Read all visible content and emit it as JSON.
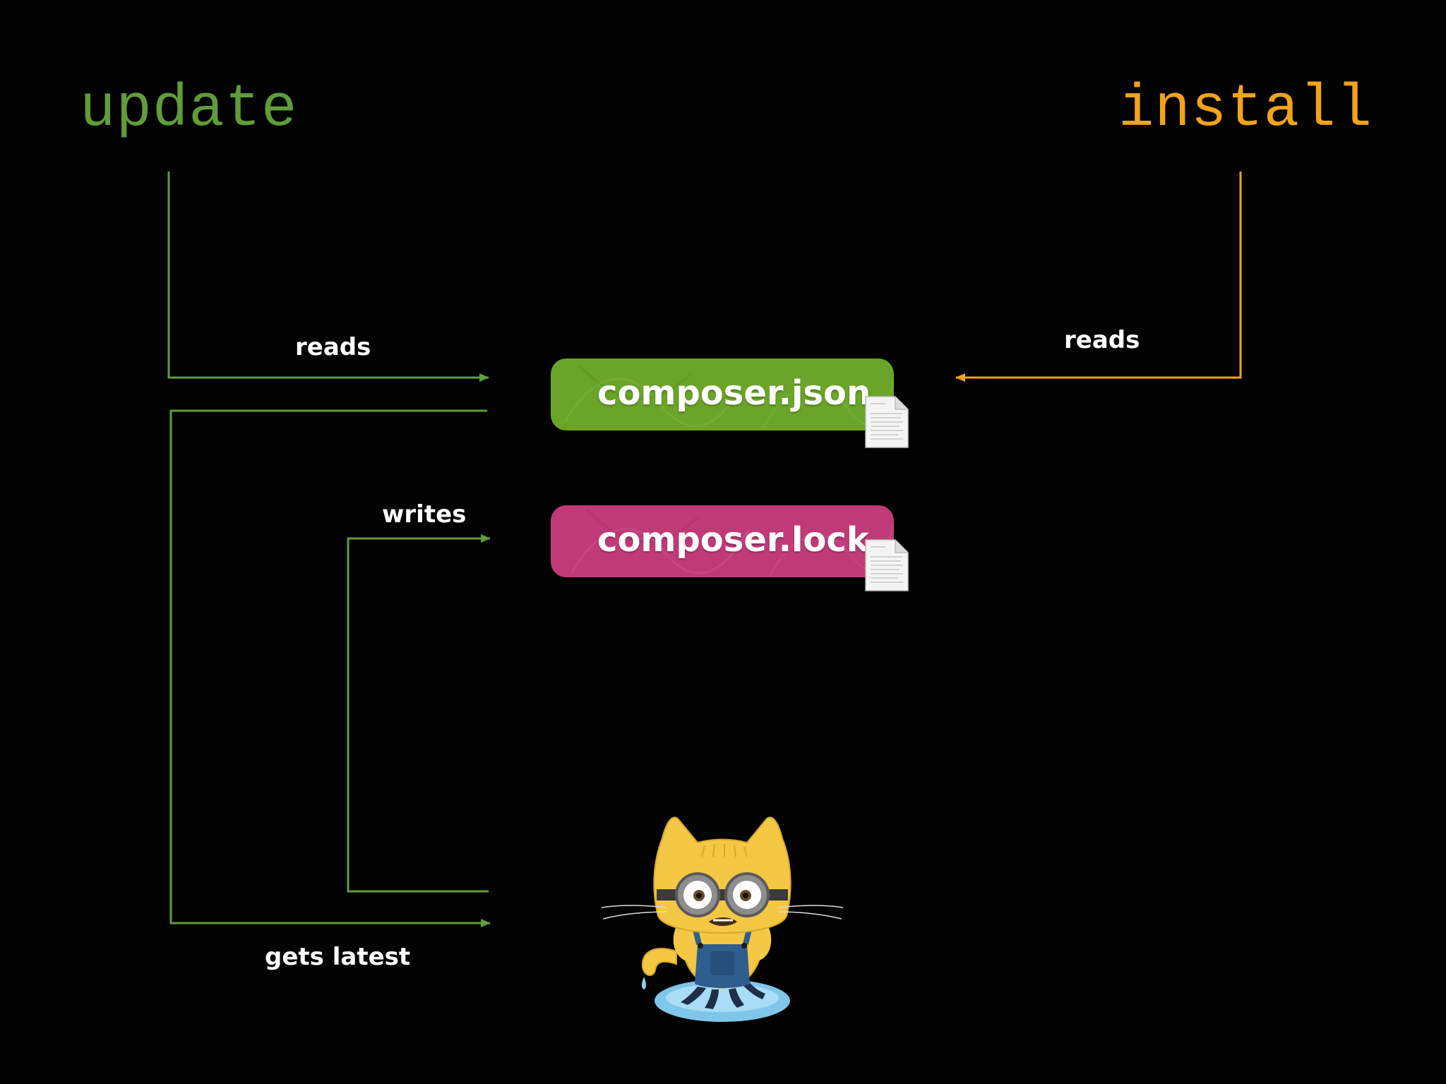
{
  "commands": {
    "update": "update",
    "install": "install"
  },
  "edges": {
    "update_reads": "reads",
    "install_reads": "reads",
    "writes": "writes",
    "gets_latest": "gets latest"
  },
  "files": {
    "json_name": "composer.json",
    "lock_name": "composer.lock"
  },
  "colors": {
    "background": "#020202",
    "update_green": "#5f9c3a",
    "install_orange": "#f2a31a",
    "json_pill": "#6aa428",
    "lock_pill": "#c13a78",
    "label_text": "#ffffff"
  },
  "icons": {
    "file": "document-icon",
    "mascot": "octocat-minion-mascot"
  }
}
